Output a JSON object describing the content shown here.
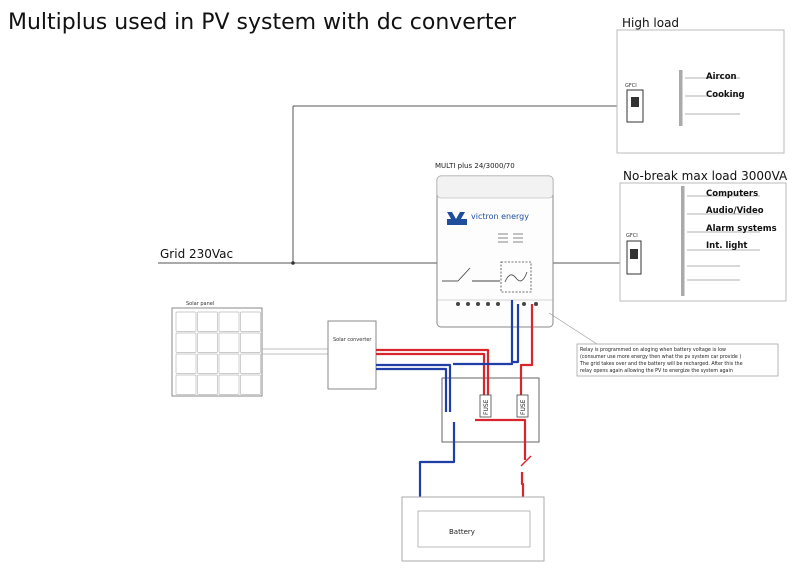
{
  "title": "Multiplus used in PV system with dc converter",
  "high_load": {
    "header": "High load",
    "breaker_label": "GFCI",
    "items": [
      "Aircon",
      "Cooking"
    ]
  },
  "nobreak": {
    "header": "No-break max load 3000VA",
    "breaker_label": "GFCI",
    "items": [
      "Computers",
      "Audio/Video",
      "Alarm systems",
      "Int. light"
    ]
  },
  "multiplus": {
    "model": "MULTI plus 24/3000/70",
    "brand": "victron energy"
  },
  "grid_label": "Grid 230Vac",
  "solar_panel_label": "Solar panel",
  "solar_converter_label": "Solar converter",
  "fuse_label": "FUSE",
  "battery_label": "Battery",
  "relay_note": [
    "Relay is programmed on aloging when battery voltage is low",
    "(consumer use more energy then what the pv system car provide )",
    "The grid takes over and the battery will be recharged. After this the",
    "relay opens again allowing the PV to energize the system again"
  ],
  "colors": {
    "positive_wire": "#d9262c",
    "negative_wire": "#1f3fa6",
    "ac_wire": "#555555",
    "brand": "#1e4e9c"
  }
}
